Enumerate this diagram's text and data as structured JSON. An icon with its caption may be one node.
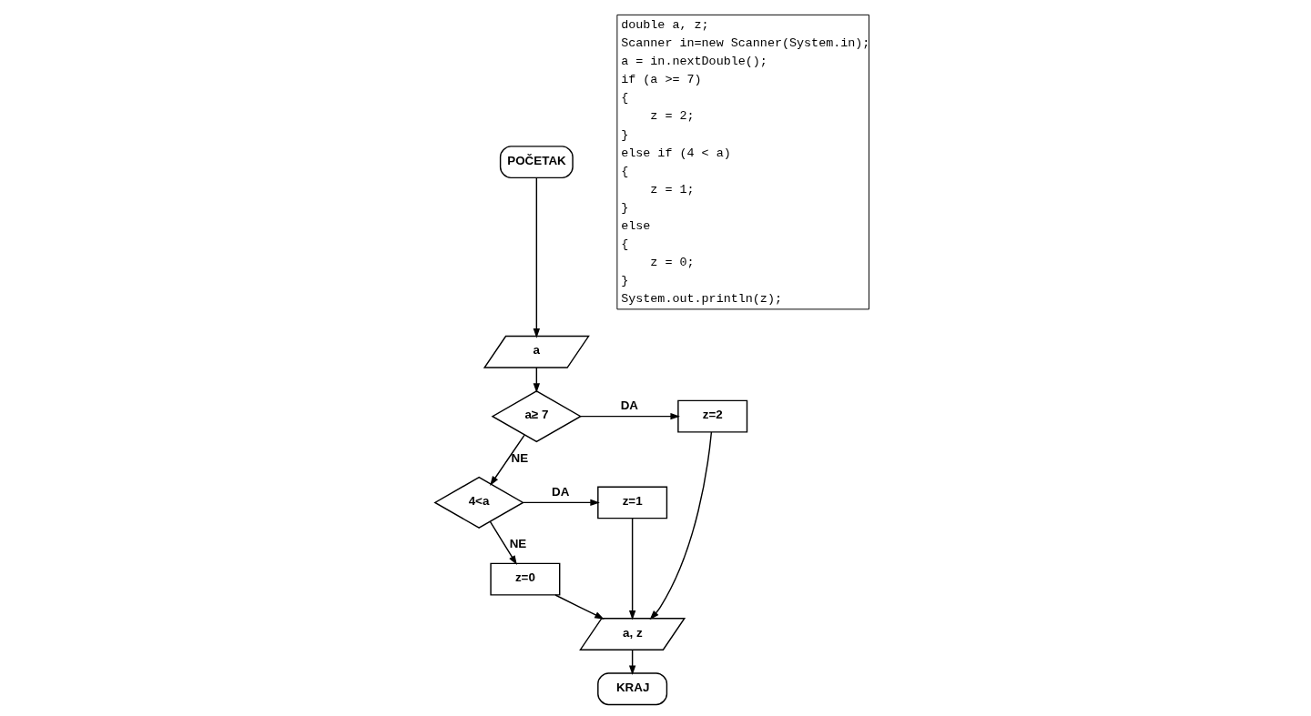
{
  "diagram": {
    "nodes": [
      {
        "text": [
          "POČETAK"
        ]
      },
      {
        "text": [
          "a"
        ]
      },
      {
        "text": [
          "a≥ 7"
        ]
      },
      {
        "text": [
          "z=2"
        ]
      },
      {
        "text": [
          "4<a"
        ]
      },
      {
        "text": [
          "z=1"
        ]
      },
      {
        "text": [
          "z=0"
        ]
      },
      {
        "text": [
          "a, z"
        ]
      },
      {
        "text": [
          "KRAJ"
        ]
      }
    ],
    "edges": [
      {
        "from": 0,
        "to": 1,
        "arrow": "to"
      },
      {
        "from": 1,
        "to": 2,
        "arrow": "to"
      },
      {
        "from": 2,
        "to": 3,
        "arrow": "to",
        "label": "DA"
      },
      {
        "from": 2,
        "to": 4,
        "arrow": "to",
        "label": "NE"
      },
      {
        "from": 4,
        "to": 5,
        "arrow": "to",
        "label": "DA"
      },
      {
        "from": 4,
        "to": 6,
        "arrow": "to",
        "label": "NE"
      },
      {
        "from": 3,
        "to": 7,
        "arrow": "to"
      },
      {
        "from": 5,
        "to": 7,
        "arrow": "to"
      },
      {
        "from": 6,
        "to": 7,
        "arrow": "to"
      },
      {
        "from": 7,
        "to": 8,
        "arrow": "to"
      }
    ],
    "labels": [
      "double a, z;",
      "Scanner in=new Scanner(System.in);",
      "a = in.nextDouble();",
      "if (a >= 7)",
      "{",
      "    z = 2;",
      "}",
      "else if (4 < a)",
      "{",
      "    z = 1;",
      "}",
      "else",
      "{",
      "    z = 0;",
      "}",
      "System.out.println(z);"
    ]
  }
}
